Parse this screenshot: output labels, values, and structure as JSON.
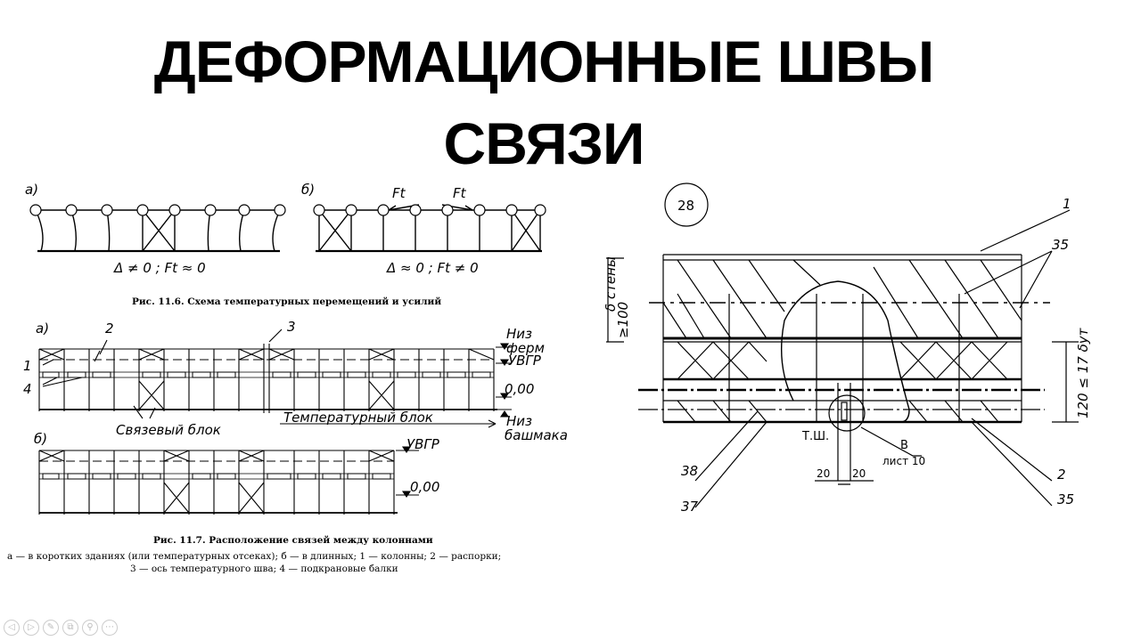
{
  "slide": {
    "title_line1": "ДЕФОРМАЦИОННЫЕ ШВЫ",
    "title_line2": "СВЯЗИ"
  },
  "fig116": {
    "label_a": "а)",
    "label_b": "б)",
    "force1": "Ft",
    "force2": "Ft",
    "eq_a": "Δ ≠ 0  ;  Ft ≈ 0",
    "eq_b": "Δ ≈ 0  ;  Ft ≠ 0",
    "caption": "Рис. 11.6. Схема температурных перемещений и усилий"
  },
  "fig117": {
    "label_a": "а)",
    "label_b": "б)",
    "num1": "1",
    "num2": "2",
    "num3": "3",
    "num4": "4",
    "niz_ferm_1": "Низ",
    "niz_ferm_2": "ферм",
    "uvgr": "УВГР",
    "zero": "0,00",
    "niz_bash_1": "Низ",
    "niz_bash_2": "башмака",
    "svyaz_block": "Связевый блок",
    "temp_block": "Температурный блок",
    "uvgr_b": "УВГР",
    "zero_b": "0,00",
    "caption": "Рис. 11.7. Расположение связей между колоннами",
    "legend_1": "а — в коротких зданиях (или температурных отсеках); б — в длинных; 1 — колонны; 2 — распорки;",
    "legend_2": "3 — ось температурного шва; 4 — подкрановые балки"
  },
  "detail": {
    "circle_num": "28",
    "ref1": "1",
    "ref35a": "35",
    "ref38": "38",
    "ref37": "37",
    "ref2": "2",
    "ref35b": "35",
    "delta_wall": "δ стены",
    "min100": "≥100",
    "dim_right": "120 ≤ 17 δут",
    "tsh": "Т.Ш.",
    "view_b": "В",
    "sheet": "лист 10",
    "dim20a": "20",
    "dim20b": "20"
  },
  "controls": [
    "◁",
    "▷",
    "✎",
    "⧉",
    "⚲",
    "⋯"
  ]
}
